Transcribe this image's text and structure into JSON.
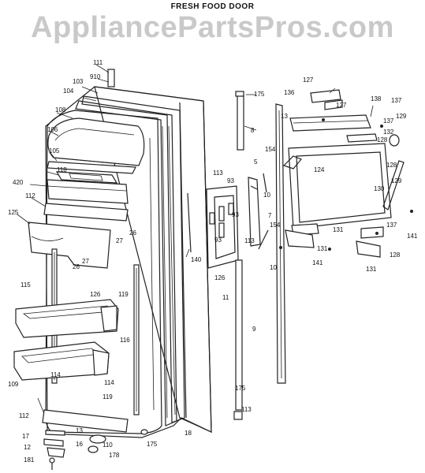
{
  "title": "FRESH FOOD DOOR",
  "watermark": "AppliancePartsPros.com",
  "callouts": [
    "111",
    "910",
    "103",
    "104",
    "108",
    "106",
    "105",
    "118",
    "420",
    "112",
    "125",
    "27",
    "26",
    "26",
    "27",
    "115",
    "126",
    "119",
    "116",
    "114",
    "109",
    "119",
    "114",
    "112",
    "13",
    "17",
    "16",
    "12",
    "110",
    "178",
    "181",
    "175",
    "18",
    "140",
    "113",
    "175",
    "8",
    "5",
    "113",
    "93",
    "93",
    "93",
    "10",
    "7",
    "154",
    "154",
    "126",
    "11",
    "10",
    "9",
    "175",
    "113",
    "127",
    "136",
    "127",
    "138",
    "137",
    "137",
    "129",
    "128",
    "124",
    "132",
    "128",
    "130",
    "131",
    "131",
    "129",
    "141",
    "141",
    "131",
    "128",
    "137",
    "13"
  ]
}
